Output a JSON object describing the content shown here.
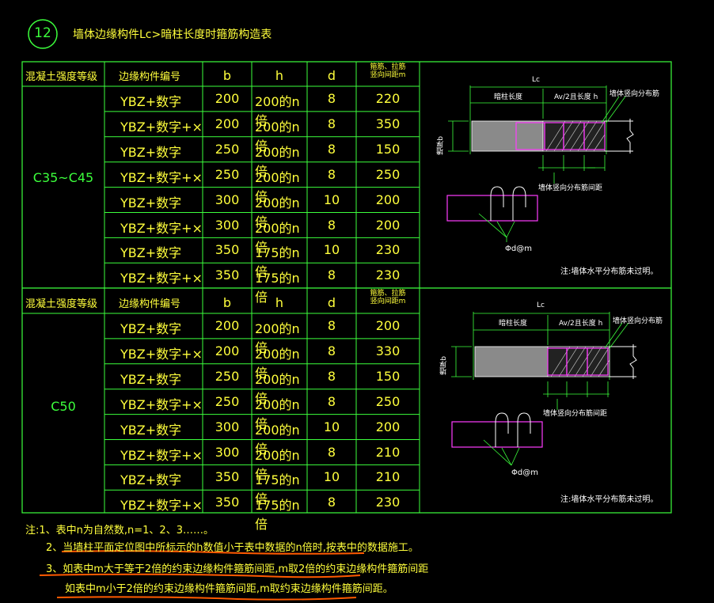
{
  "title": {
    "number": "12",
    "text": "墙体边缘构件Lc>暗柱长度时箍筋构造表"
  },
  "sections": [
    {
      "grade_header": "混凝土强度等级",
      "member_header": "边缘构件编号",
      "b_header": "b",
      "h_header": "h",
      "d_header": "d",
      "spacing_header_line1": "箍筋、拉筋",
      "spacing_header_line2": "竖向间距m",
      "grade": "C35~C45",
      "rows": [
        {
          "member": "YBZ+数字",
          "b": "200",
          "h": "200的n倍",
          "d": "8",
          "m": "220"
        },
        {
          "member": "YBZ+数字+×",
          "b": "200",
          "h": "200的n倍",
          "d": "8",
          "m": "350"
        },
        {
          "member": "YBZ+数字",
          "b": "250",
          "h": "200的n倍",
          "d": "8",
          "m": "150"
        },
        {
          "member": "YBZ+数字+×",
          "b": "250",
          "h": "200的n倍",
          "d": "8",
          "m": "250"
        },
        {
          "member": "YBZ+数字",
          "b": "300",
          "h": "200的n倍",
          "d": "10",
          "m": "200"
        },
        {
          "member": "YBZ+数字+×",
          "b": "300",
          "h": "200的n倍",
          "d": "8",
          "m": "200"
        },
        {
          "member": "YBZ+数字",
          "b": "350",
          "h": "175的n倍",
          "d": "10",
          "m": "230"
        },
        {
          "member": "YBZ+数字+×",
          "b": "350",
          "h": "175的n倍",
          "d": "8",
          "m": "230"
        }
      ],
      "diagram": {
        "lc": "Lc",
        "dark_col": "暗柱长度",
        "half": "Av/2且长度 h",
        "wall_bar": "墙体竖向分布筋",
        "b_mark": "墙厚b",
        "spacing_label": "墙体竖向分布筋间距",
        "tie_label": "Φd@m",
        "note": "注:墙体水平分布筋未过明。"
      }
    },
    {
      "grade_header": "混凝土强度等级",
      "member_header": "边缘构件编号",
      "b_header": "b",
      "h_header": "h",
      "d_header": "d",
      "spacing_header_line1": "箍筋、拉筋",
      "spacing_header_line2": "竖向间距m",
      "grade": "C50",
      "rows": [
        {
          "member": "YBZ+数字",
          "b": "200",
          "h": "200的n倍",
          "d": "8",
          "m": "200"
        },
        {
          "member": "YBZ+数字+×",
          "b": "200",
          "h": "200的n倍",
          "d": "8",
          "m": "330"
        },
        {
          "member": "YBZ+数字",
          "b": "250",
          "h": "200的n倍",
          "d": "8",
          "m": "150"
        },
        {
          "member": "YBZ+数字+×",
          "b": "250",
          "h": "200的n倍",
          "d": "8",
          "m": "250"
        },
        {
          "member": "YBZ+数字",
          "b": "300",
          "h": "200的n倍",
          "d": "10",
          "m": "200"
        },
        {
          "member": "YBZ+数字+×",
          "b": "300",
          "h": "200的n倍",
          "d": "8",
          "m": "210"
        },
        {
          "member": "YBZ+数字",
          "b": "350",
          "h": "175的n倍",
          "d": "10",
          "m": "210"
        },
        {
          "member": "YBZ+数字+×",
          "b": "350",
          "h": "175的n倍",
          "d": "8",
          "m": "230"
        }
      ],
      "diagram": {
        "lc": "Lc",
        "dark_col": "暗柱长度",
        "half": "Av/2且长度 h",
        "wall_bar": "墙体竖向分布筋",
        "b_mark": "墙厚b",
        "spacing_label": "墙体竖向分布筋间距",
        "tie_label": "Φd@m",
        "note": "注:墙体水平分布筋未过明。"
      }
    }
  ],
  "notes": [
    "注:1、表中n为自然数,n=1、2、3……。",
    "2、当墙柱平面定位图中所标示的h数值小于表中数据的n倍时,按表中的数据施工。",
    "3、如表中m大于等于2倍的约束边缘构件箍筋间距,m取2倍的约束边缘构件箍筋间距",
    "如表中m小于2倍的约束边缘构件箍筋间距,m取约束边缘构件箍筋间距。"
  ],
  "colors": {
    "line": "#3cff3c",
    "text_yellow": "#ffff3c",
    "hatch": "#a0a0a0",
    "magenta": "#ff3cff",
    "markup": "#ff5a00"
  }
}
